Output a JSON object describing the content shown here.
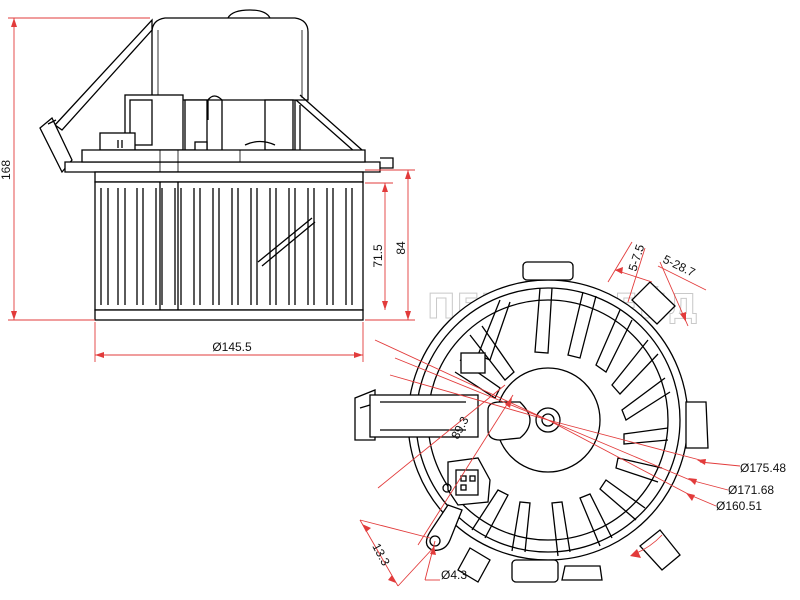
{
  "colors": {
    "line": "#000000",
    "dimension": "#e23b3b",
    "background": "#ffffff",
    "text": "#111111"
  },
  "side_view": {
    "height_total": "168",
    "height_84": "84",
    "height_71_5": "71.5",
    "diameter_145_5": "Ø145.5"
  },
  "top_view": {
    "dim_5_7_5": "5-7.5",
    "dim_5_28_7": "5-28.7",
    "dim_89_3": "89.3",
    "dim_13_3": "13.3",
    "dim_4_3": "Ø4.3",
    "dia_175_48": "Ø175.48",
    "dia_171_68": "Ø171.68",
    "dia_160_51": "Ø160.51"
  },
  "watermark": "ПЕНЕОТРЕЙД"
}
